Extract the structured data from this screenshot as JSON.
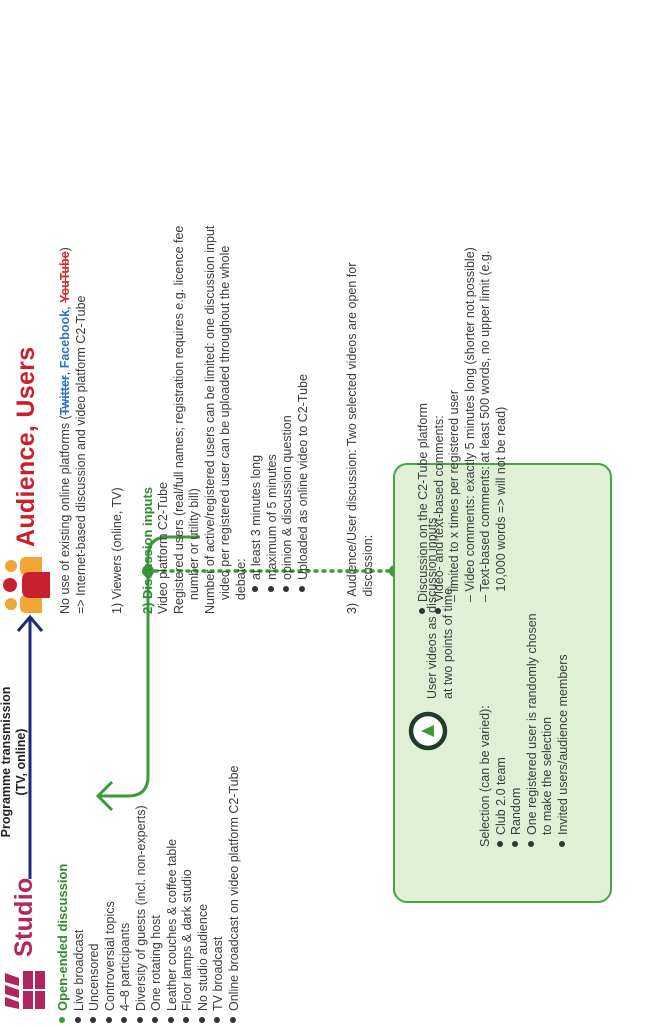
{
  "studio": {
    "title": "Studio",
    "heading": "Open-ended discussion",
    "items": [
      "Live broadcast",
      "Uncensored",
      "Controversial topics",
      "4–8 participants",
      "Diversity of guests (incl. non-experts)",
      "One rotating host",
      "Leather couches & coffee table",
      "Floor lamps & dark studio",
      "No studio audience",
      "TV broadcast",
      "Online broadcast on video platform C2-Tube"
    ]
  },
  "programme": {
    "line1": "Programme transmission",
    "line2": "(TV, online)"
  },
  "audience": {
    "title": "Audience, Users",
    "intro_prefix": "No use of existing online platforms (",
    "platform_twitter": "Twitter",
    "sep1": ", ",
    "platform_facebook": "Facebook",
    "sep2": ", ",
    "platform_youtube": "YouTube",
    "intro_suffix": ")",
    "intro2": "=> Internet-based discussion and video platform C2-Tube",
    "viewers": "1)  Viewers (online, TV)",
    "discussion_num": "2)",
    "discussion_heading": "Discussion inputs",
    "discussion_lines": [
      "Video platform C2-Tube",
      "Registered users (real/full names; registration requires e.g. licence fee",
      "    number or utility bill)",
      "Number of active/registered users can be limited: one discussion input",
      "    video per registered user can be uploaded throughout the whole",
      "    debate:"
    ],
    "discussion_bullets": [
      "at least 3 minutes long",
      "maximum of 5 minutes",
      "opinion & discussion question",
      "Uploaded as online video to C2-Tube"
    ],
    "user_discussion": [
      "3)  Audience/User discussion: Two selected videos are open for",
      "     discussion:"
    ],
    "platform_bullets": [
      "Discussion on the C2-Tube platform",
      "Video- and text-based comments:"
    ],
    "platform_sub": [
      "– limited to x times per registered user",
      "– Video comments: exactly 5 minutes long (shorter not possible)",
      "– Text-based comments: at least 500 words, no upper limit (e.g.",
      "   10,000 words => will not be read)"
    ]
  },
  "callout": {
    "line1": "User videos as discussion inputs",
    "line2": "at two points of time.",
    "selection_heading": "Selection (can be varied):",
    "selection_items": [
      "Club 2.0 team",
      "Random",
      "One registered user is randomly chosen",
      "Invited users/audience members"
    ],
    "selection_continuation": "to make the selection"
  },
  "colors": {
    "green": "#3c9a3a",
    "navy": "#1e2a78",
    "studio_magenta": "#b2265f",
    "audience_red": "#c8202f",
    "box_fill": "#dff0d4"
  }
}
